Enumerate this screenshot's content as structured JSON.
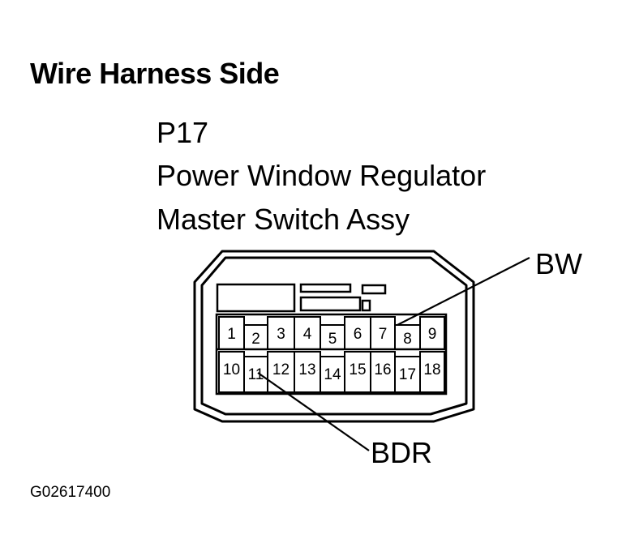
{
  "heading": "Wire Harness Side",
  "connector": {
    "code": "P17",
    "name_line1": "Power Window Regulator",
    "name_line2": "Master Switch Assy"
  },
  "callouts": {
    "top_right": "BW",
    "bottom": "BDR"
  },
  "figure_code": "G02617400",
  "pins_row1": [
    "1",
    "2",
    "3",
    "4",
    "5",
    "6",
    "7",
    "8",
    "9"
  ],
  "pins_row2": [
    "10",
    "11",
    "12",
    "13",
    "14",
    "15",
    "16",
    "17",
    "18"
  ]
}
